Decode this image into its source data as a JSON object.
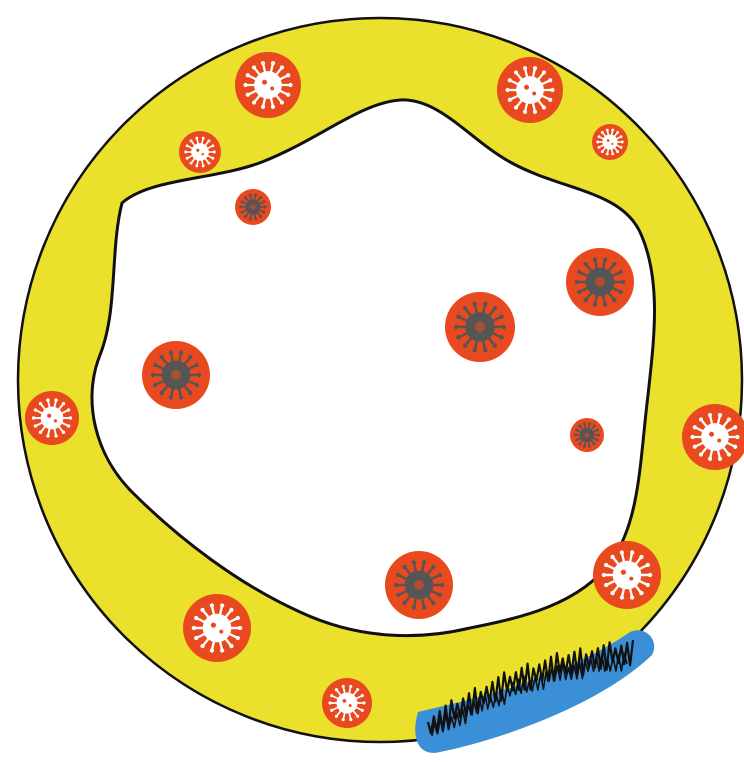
{
  "colors": {
    "background": "#ffffff",
    "ring_fill": "#ebe12c",
    "ring_stroke": "#111111",
    "cavity_fill": "#ffffff",
    "particle_fill": "#e8491e",
    "wall_icon": "#ffffff",
    "lumen_icon": "#555555",
    "patch_fill": "#3b8fd6",
    "patch_scribble": "#111111"
  },
  "icons": {
    "wall_particle": "virus-icon-white",
    "lumen_particle": "virus-icon-dark",
    "patch": "scribble-patch"
  }
}
